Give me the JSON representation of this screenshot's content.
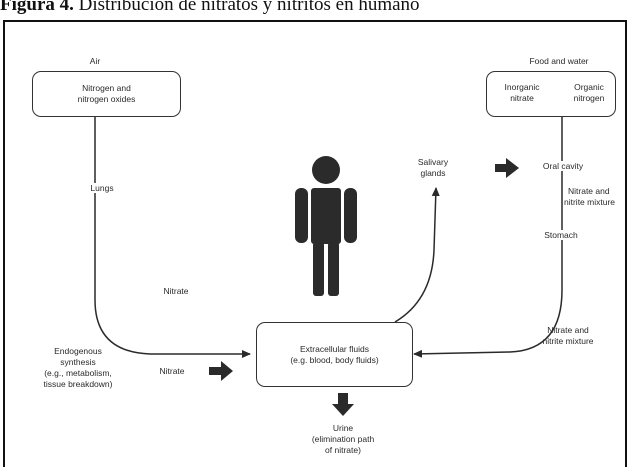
{
  "caption": {
    "prefix": "Figura 4.",
    "text": "Distribución de nitratos y nitritos en humano"
  },
  "nodes": {
    "air_label": "Air",
    "air_box_line1": "Nitrogen and",
    "air_box_line2": "nitrogen oxides",
    "food_label": "Food and water",
    "food_inorganic_line1": "Inorganic",
    "food_inorganic_line2": "nitrate",
    "food_organic_line1": "Organic",
    "food_organic_line2": "nitrogen",
    "lungs": "Lungs",
    "nitrate_mid": "Nitrate",
    "salivary_line1": "Salivary",
    "salivary_line2": "glands",
    "oral_cavity": "Oral cavity",
    "nitrate_nitrite_top_line1": "Nitrate and",
    "nitrate_nitrite_top_line2": "nitrite mixture",
    "stomach": "Stomach",
    "nitrate_nitrite_bottom_line1": "Nitrate and",
    "nitrate_nitrite_bottom_line2": "nitrite mixture",
    "endogenous_line1": "Endogenous",
    "endogenous_line2": "synthesis",
    "endogenous_line3": "(e.g., metabolism,",
    "endogenous_line4": "tissue breakdown)",
    "nitrate_left": "Nitrate",
    "ecf_line1": "Extracellular fluids",
    "ecf_line2": "(e.g. blood, body fluids)",
    "urine_line1": "Urine",
    "urine_line2": "(elimination path",
    "urine_line3": "of nitrate)"
  },
  "colors": {
    "ink": "#2a2a2a",
    "human_figure": "#2b2b2b"
  },
  "icons": [
    "human-figure-icon",
    "right-block-arrow-icon",
    "down-block-arrow-icon"
  ]
}
